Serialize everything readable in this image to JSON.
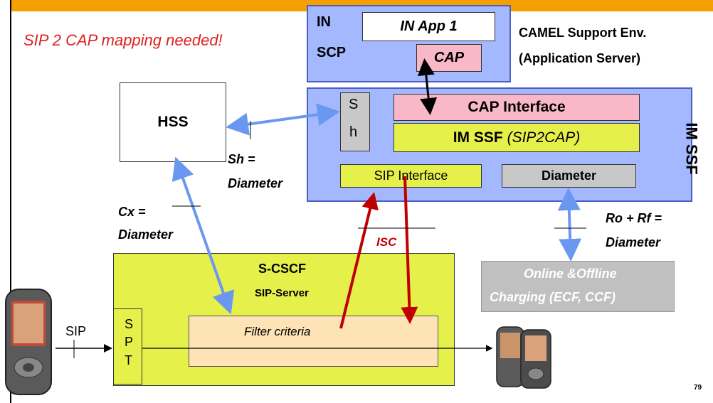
{
  "title_note": "SIP 2 CAP mapping needed!",
  "in_scp": {
    "label_in": "IN",
    "label_scp": "SCP",
    "app": "IN App 1",
    "cap": "CAP"
  },
  "camel": {
    "line1": "CAMEL Support Env.",
    "line2": "(Application Server)"
  },
  "hss": "HSS",
  "im_ssf": {
    "title": "IM SSF",
    "sh_1": "S",
    "sh_2": "h",
    "cap_interface": "CAP Interface",
    "imssf_label": "IM SSF",
    "imssf_sub": "(SIP2CAP)",
    "sip_interface": "SIP Interface",
    "diameter": "Diameter"
  },
  "labels": {
    "sh_eq": "Sh =",
    "sh_diam": "Diameter",
    "cx_eq": "Cx =",
    "cx_diam": "Diameter",
    "isc": "ISC",
    "ro_rf": "Ro + Rf =",
    "ro_diam": "Diameter",
    "sip": "SIP"
  },
  "scscf": {
    "title": "S-CSCF",
    "sub": "SIP-Server",
    "spt_1": "S",
    "spt_2": "P",
    "spt_3": "T",
    "filter": "Filter criteria"
  },
  "charging": {
    "line1": "Online &Offline",
    "line2": "Charging (ECF, CCF)"
  },
  "page_number": "79",
  "colors": {
    "orange_bar": "#f5a000",
    "blue_box": "#a4b8ff",
    "yellow_box": "#e6f04a",
    "pink_box": "#f9b8c8",
    "grey_box": "#c8c8c8",
    "arrow_blue": "#6a98f0",
    "arrow_red": "#c00000",
    "note_red": "#e02020"
  }
}
